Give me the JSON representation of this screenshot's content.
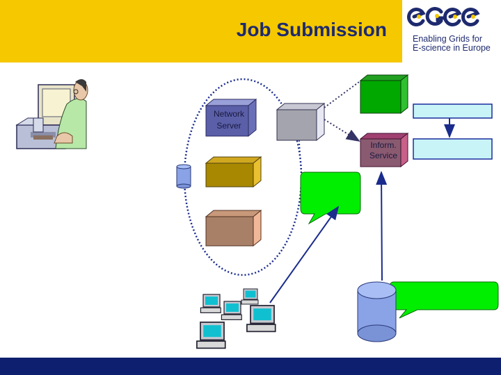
{
  "slide": {
    "title": "Job Submission"
  },
  "logo": {
    "wordmark": "egee",
    "tagline_line1": "Enabling Grids for",
    "tagline_line2": "E-science in Europe"
  },
  "nodes": {
    "network_server": {
      "line1": "Network",
      "line2": "Server"
    },
    "inform_service": {
      "line1": "Inform.",
      "line2": "Service"
    }
  },
  "colors": {
    "header_yellow": "#f5c800",
    "title_blue": "#1e2a6e",
    "footer_navy": "#0d1f6e",
    "callout_green": "#00ee00",
    "box_cyan": "#c8f4f8",
    "box_border": "#1a2c9c",
    "cylinder_blue": "#8aa2e6"
  }
}
